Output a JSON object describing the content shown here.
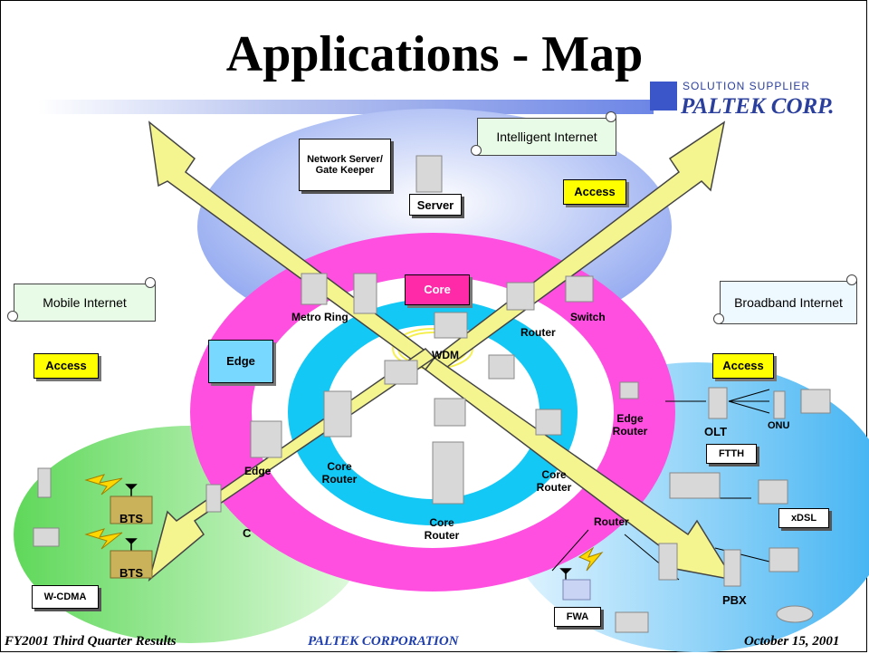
{
  "slide": {
    "title": "Applications - Map",
    "logo_tagline": "SOLUTION SUPPLIER",
    "logo_name": "PALTEK CORP.",
    "footer_left": "FY2001 Third Quarter Results",
    "footer_center": "PALTEK CORPORATION",
    "footer_right": "October 15, 2001"
  },
  "regions": {
    "intelligent": "Intelligent Internet",
    "mobile": "Mobile Internet",
    "broadband": "Broadband Internet"
  },
  "badges": {
    "access_top": "Access",
    "access_left": "Access",
    "access_right": "Access",
    "core": "Core",
    "edge": "Edge"
  },
  "labels": {
    "network_server": "Network Server/ Gate Keeper",
    "server": "Server",
    "metro_ring": "Metro Ring",
    "router_top": "Router",
    "switch": "Switch",
    "wdm": "WDM",
    "edge_router_right": "Edge Router",
    "olt": "OLT",
    "onu": "ONU",
    "ftth": "FTTH",
    "edge_left": "Edge",
    "core_router_left": "Core Router",
    "core_router_center": "Core Router",
    "core_router_right": "Core Router",
    "router_right": "Router",
    "xdsl": "xDSL",
    "bts1": "BTS",
    "bts2": "BTS",
    "rnc": "C",
    "wcdma": "W-CDMA",
    "fwa": "FWA",
    "pbx": "PBX"
  },
  "colors": {
    "top_ellipse": "#8fa6f0",
    "left_ellipse": "#9ee89a",
    "right_ellipse": "#6ec3f5",
    "ring_outer": "#ff4fe0",
    "ring_inner": "#14c8f5",
    "arrow_fill": "#f5f590",
    "access_badge": "#ffff00",
    "core_badge": "#ff2aa8",
    "edge_badge": "#78d8ff"
  }
}
